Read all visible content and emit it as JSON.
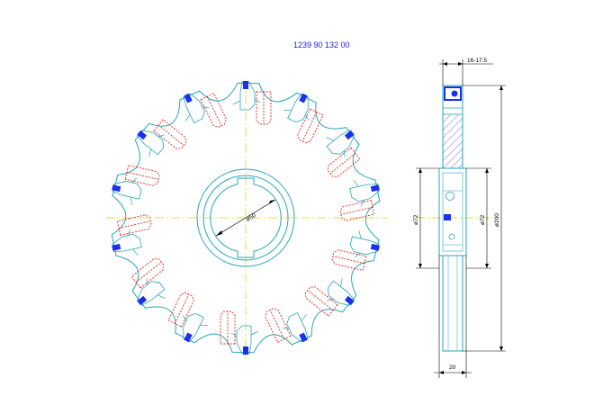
{
  "drawing": {
    "part_number": "1239 90 132 00",
    "front_view": {
      "bore_dimension": "ø50",
      "tooth_count": 14
    },
    "side_view": {
      "width_range_dimension": "16-17.5",
      "hub_width_dimension": "20",
      "hub_diameter_left": "ø72",
      "hub_diameter_right": "ø72",
      "outer_diameter_dimension": "ø200"
    },
    "colors": {
      "outline": "#26a6b8",
      "hidden_detail": "#e0281e",
      "centerline": "#dcd200",
      "insert": "#1a2ff0",
      "dimension": "#000000",
      "label": "#1f1fd0",
      "hatch": "#3a49e8"
    }
  }
}
